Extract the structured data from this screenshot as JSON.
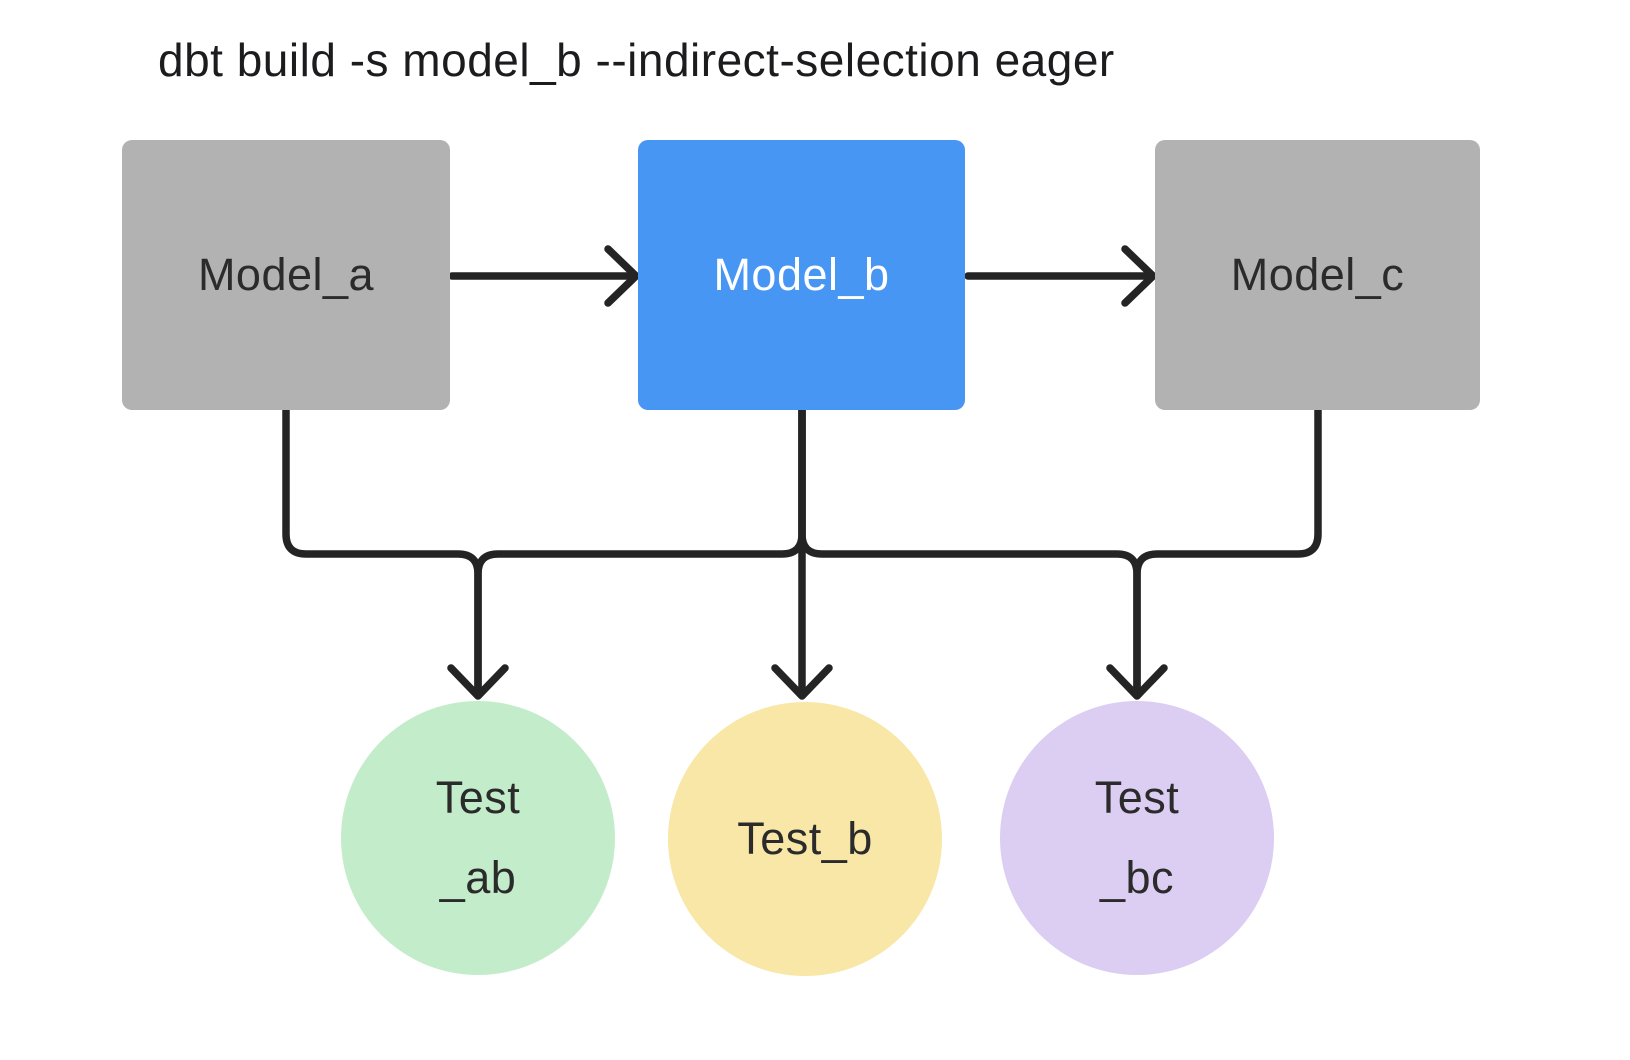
{
  "title": "dbt build -s model_b --indirect-selection eager",
  "diagram": {
    "type": "dag",
    "edge_color": "#242424",
    "models": [
      {
        "id": "model_a",
        "label": "Model_a",
        "color": "#b2b2b2",
        "text_color": "#2b2b2b",
        "selected": false
      },
      {
        "id": "model_b",
        "label": "Model_b",
        "color": "#4796f3",
        "text_color": "#ffffff",
        "selected": true
      },
      {
        "id": "model_c",
        "label": "Model_c",
        "color": "#b2b2b2",
        "text_color": "#2b2b2b",
        "selected": false
      }
    ],
    "tests": [
      {
        "id": "test_ab",
        "line1": "Test",
        "line2": "_ab",
        "color": "#c3ecca"
      },
      {
        "id": "test_b",
        "line1": "Test_b",
        "color": "#f8e7a6"
      },
      {
        "id": "test_bc",
        "line1": "Test",
        "line2": "_bc",
        "color": "#dccdf3"
      }
    ],
    "edges": [
      {
        "from": "model_a",
        "to": "model_b"
      },
      {
        "from": "model_b",
        "to": "model_c"
      },
      {
        "from": "model_a",
        "to": "test_ab"
      },
      {
        "from": "model_b",
        "to": "test_ab"
      },
      {
        "from": "model_b",
        "to": "test_b"
      },
      {
        "from": "model_b",
        "to": "test_bc"
      },
      {
        "from": "model_c",
        "to": "test_bc"
      }
    ]
  }
}
